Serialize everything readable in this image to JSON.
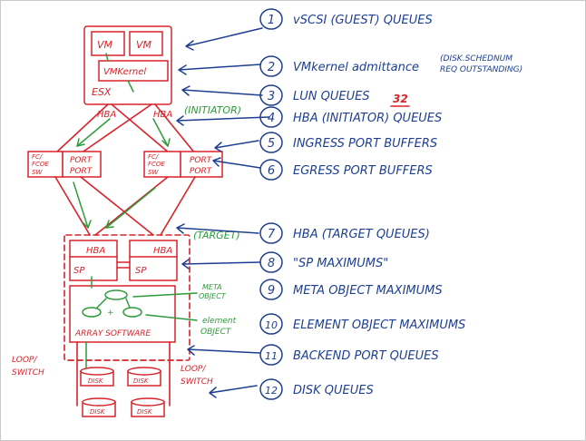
{
  "diagram": {
    "hardware": {
      "vm_1": "VM",
      "vm_2": "VM",
      "vmkernel": "VMKernel",
      "esx": "ESX",
      "hba_left": "HBA",
      "hba_right": "HBA",
      "switch_left": [
        "FC/",
        "FCOE",
        "SW"
      ],
      "switch_left_port_top": "PORT",
      "switch_left_port_bottom": "PORT",
      "switch_right": [
        "FC/",
        "FCOE",
        "SW"
      ],
      "switch_right_port_top": "PORT",
      "switch_right_port_bottom": "PORT",
      "array_hba_left": "HBA",
      "array_hba_right": "HBA",
      "sp_left": "SP",
      "sp_right": "SP",
      "array_software": "ARRAY SOFTWARE",
      "disks": [
        "DISK",
        "DISK",
        "DISK",
        "DISK"
      ],
      "loop_switch_left": [
        "LOOP/",
        "SWITCH"
      ],
      "loop_switch_right": [
        "LOOP/",
        "SWITCH"
      ]
    },
    "annotations": {
      "initiator": "(INITIATOR)",
      "target": "(TARGET)",
      "meta_object": [
        "META",
        "OBJECT"
      ],
      "element_object": [
        "element",
        "OBJECT"
      ],
      "lun_queue_depth": "32"
    },
    "legend": [
      {
        "number": "1",
        "text": "vSCSI (GUEST) QUEUES"
      },
      {
        "number": "2",
        "text": "VMkernel admittance",
        "note": [
          "(DISK.SCHEDNUM",
          "REQ OUTSTANDING)"
        ]
      },
      {
        "number": "3",
        "text": "LUN QUEUES"
      },
      {
        "number": "4",
        "text": "HBA (INITIATOR) QUEUES"
      },
      {
        "number": "5",
        "text": "INGRESS PORT BUFFERS"
      },
      {
        "number": "6",
        "text": "EGRESS PORT BUFFERS"
      },
      {
        "number": "7",
        "text": "HBA (TARGET QUEUES)"
      },
      {
        "number": "8",
        "text": "\"SP MAXIMUMS\""
      },
      {
        "number": "9",
        "text": "META OBJECT MAXIMUMS"
      },
      {
        "number": "10",
        "text": "ELEMENT OBJECT MAXIMUMS"
      },
      {
        "number": "11",
        "text": "BACKEND PORT QUEUES"
      },
      {
        "number": "12",
        "text": "DISK QUEUES"
      }
    ],
    "colors": {
      "hardware": "#d8232a",
      "flow": "#2e9b3b",
      "legend": "#1e3f91"
    }
  }
}
